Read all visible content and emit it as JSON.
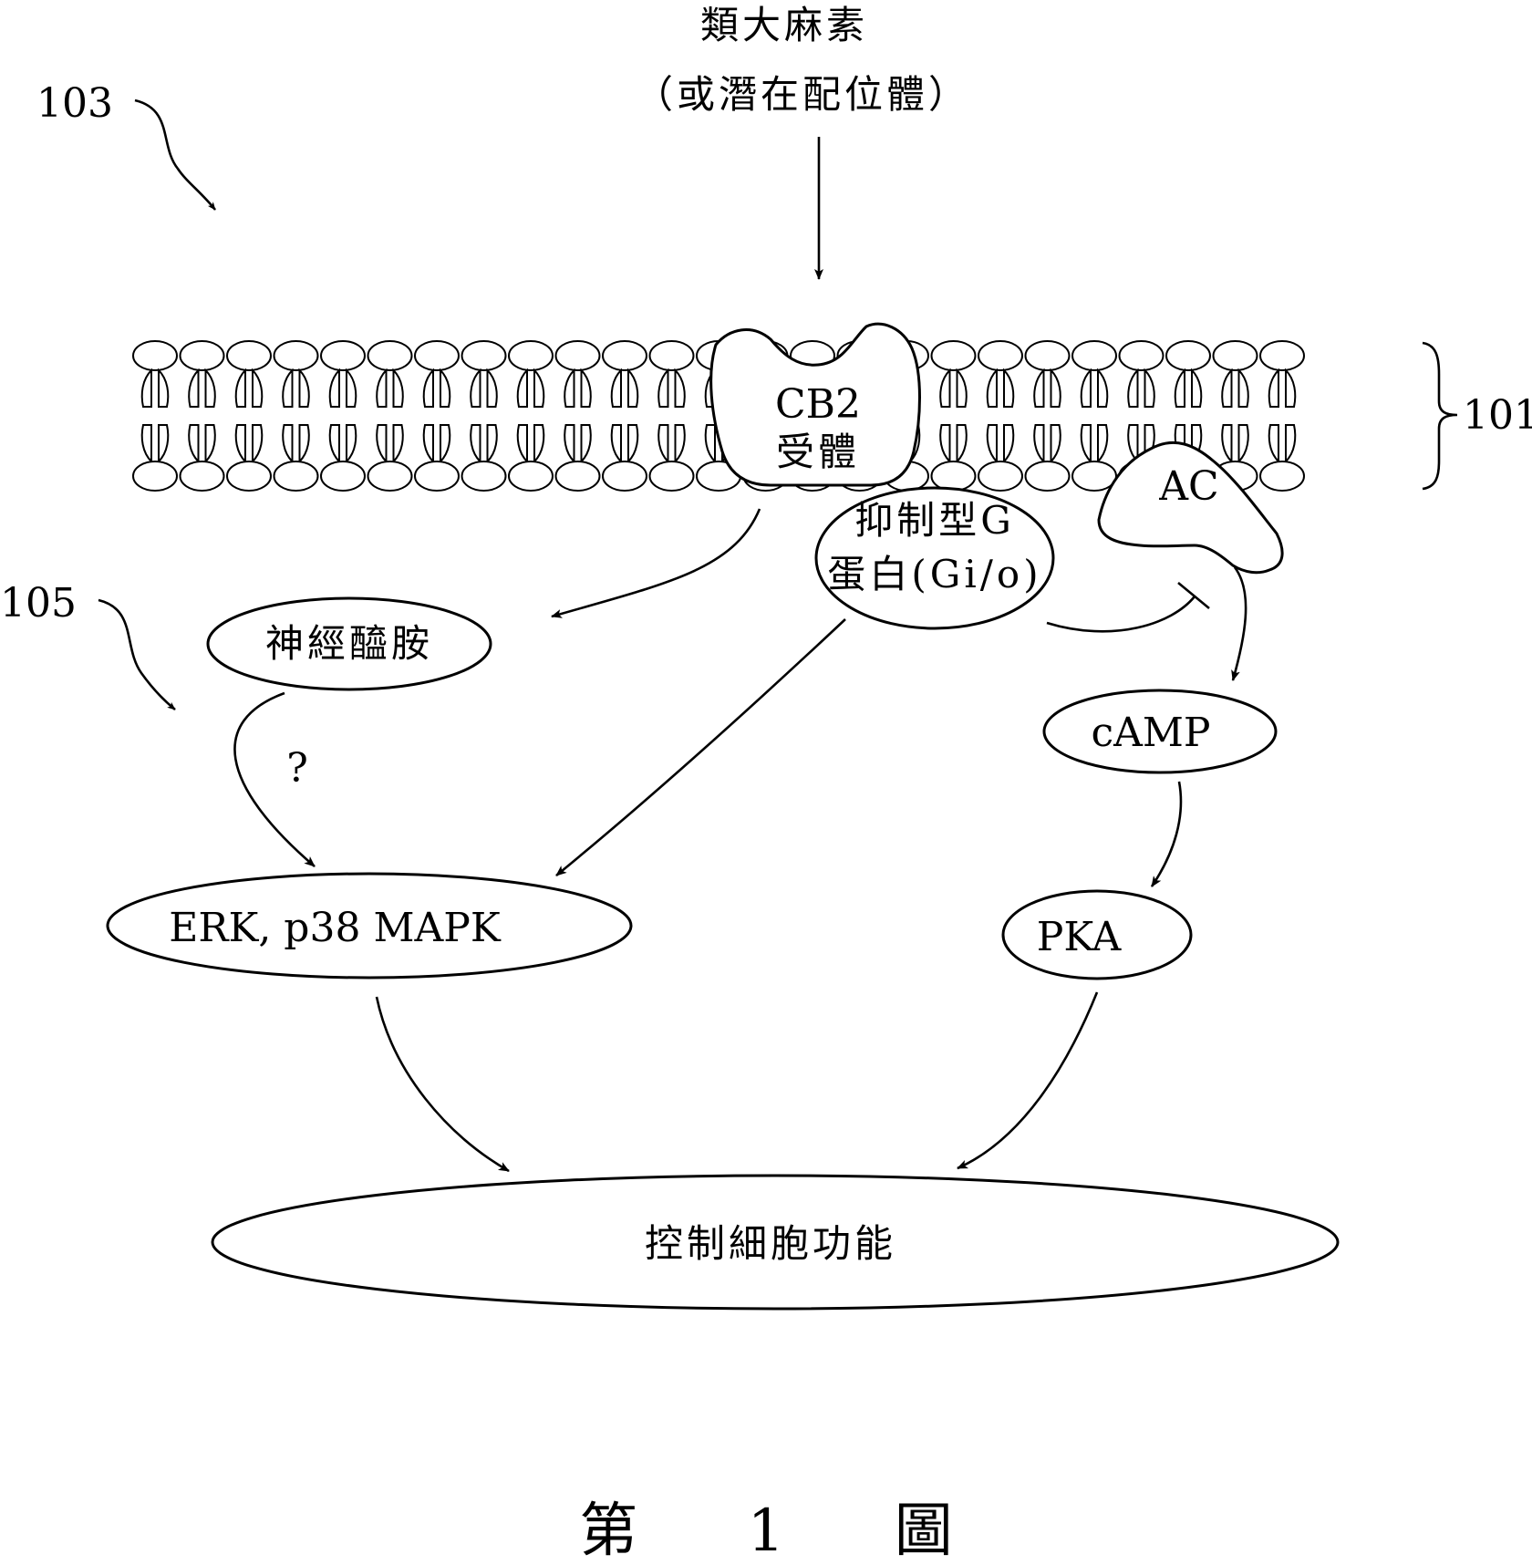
{
  "ligand": {
    "line1": "類大麻素",
    "line2": "（或潛在配位體）"
  },
  "refs": {
    "r103": "103",
    "r101": "101",
    "r105": "105"
  },
  "nodes": {
    "cb2_line1": "CB2",
    "cb2_line2": "受體",
    "ac": "AC",
    "gprotein_line1": "抑制型G",
    "gprotein_line2": "蛋白(Gi/o)",
    "neuro": "神經醯胺",
    "question": "?",
    "erk": "ERK, p38 MAPK",
    "camp": "cAMP",
    "pka": "PKA",
    "cell": "控制細胞功能"
  },
  "caption": "第 1 圖"
}
